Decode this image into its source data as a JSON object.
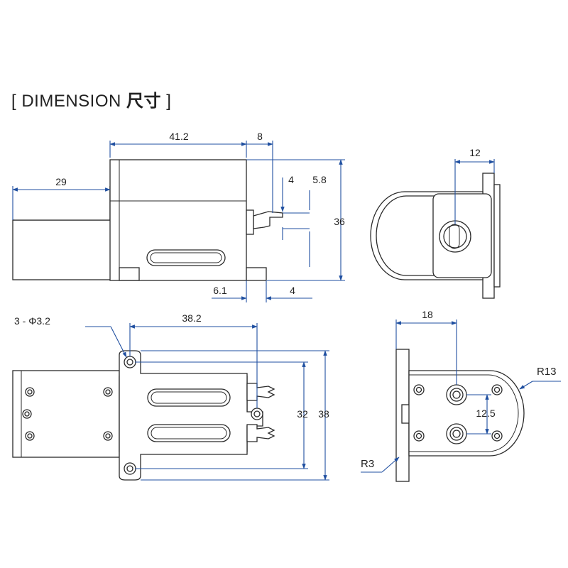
{
  "title": {
    "bracket_open": "[",
    "text_en": "DIMENSION",
    "text_cn": "尺寸",
    "bracket_close": "]"
  },
  "colors": {
    "dimension_line": "#1f4fa0",
    "outline": "#2a2a2a",
    "text": "#222222"
  },
  "views": {
    "side": {
      "overall_length": "41.2",
      "nozzle_length": "8",
      "motor_length": "29",
      "nozzle_offset": "4",
      "nozzle_tip": "5.8",
      "height": "36",
      "base_left": "6.1",
      "base_right": "4"
    },
    "end": {
      "width": "12"
    },
    "top": {
      "holes": "3 - Φ3.2",
      "hole_spacing_x": "38.2",
      "hole_spacing_y_inner": "32",
      "hole_spacing_y_outer": "38"
    },
    "front": {
      "width": "18",
      "port_spacing": "12.5",
      "radius_large": "R13",
      "radius_small": "R3"
    }
  }
}
